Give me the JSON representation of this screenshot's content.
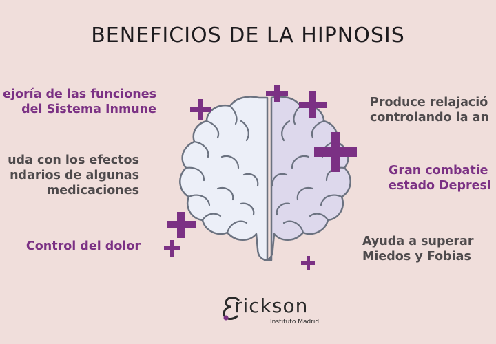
{
  "title": "BENEFICIOS DE LA HIPNOSIS",
  "benefits_left": [
    {
      "line1": "ejoría de las funciones",
      "line2": "del Sistema Inmune"
    },
    {
      "line1": "uda con los efectos",
      "line2": "ndarios de algunas",
      "line3": "medicaciones"
    },
    {
      "line1": "Control del dolor"
    }
  ],
  "benefits_right": [
    {
      "line1": "Produce relajació",
      "line2": "controlando la an"
    },
    {
      "line1": "Gran combatie",
      "line2": "estado Depresi"
    },
    {
      "line1": "Ayuda a superar",
      "line2": "Miedos y Fobias"
    }
  ],
  "logo": {
    "name": "rickson",
    "subtitle": "Instituto Madrid"
  },
  "colors": {
    "background": "#f0dedb",
    "accent_purple": "#7b3184",
    "text_gray": "#4e4a4c",
    "brain_left": "#eceff8",
    "brain_right": "#ddd8ec",
    "brain_outline": "#6b7280"
  },
  "icons": [
    "brain-illustration",
    "plus-icon"
  ]
}
